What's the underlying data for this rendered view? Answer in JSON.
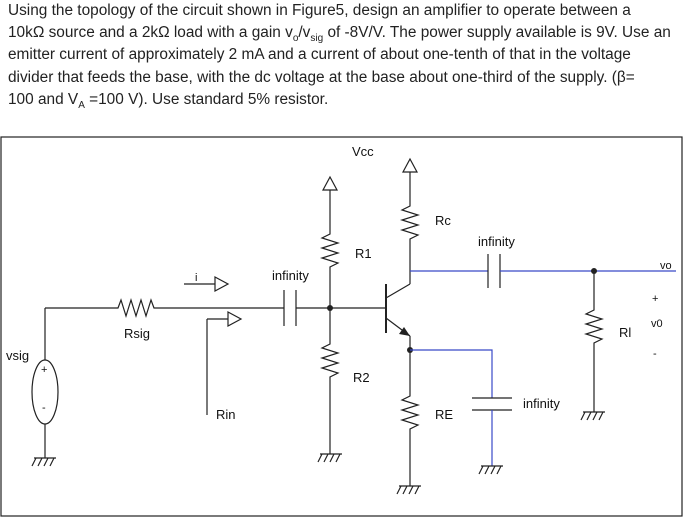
{
  "problem": {
    "line1": "Using the topology of the circuit shown in Figure5, design an amplifier to operate between a",
    "line2_a": "10kΩ source and a 2kΩ load with a gain v",
    "line2_sub1": "o",
    "line2_b": "/v",
    "line2_sub2": "sig",
    "line2_c": " of -8V/V. The power supply available is 9V. Use an",
    "line3": "emitter current of approximately 2 mA and a current of about one-tenth of that in the voltage",
    "line4": "divider that feeds the base, with the dc voltage at the base about one-third of the supply. (β=",
    "line5_a": "100 and V",
    "line5_sub": "A",
    "line5_b": " =100 V). Use standard 5% resistor."
  },
  "labels": {
    "vcc": "Vcc",
    "rc": "Rc",
    "r1": "R1",
    "r2": "R2",
    "re": "RE",
    "rsig": "Rsig",
    "rin": "Rin",
    "rl": "Rl",
    "vsig": "vsig",
    "vo_top": "vo",
    "vo_mid": "v0",
    "plus": "+",
    "minus": "-",
    "current": "i",
    "cap_in": "infinity",
    "cap_out": "infinity",
    "cap_e": "infinity"
  }
}
